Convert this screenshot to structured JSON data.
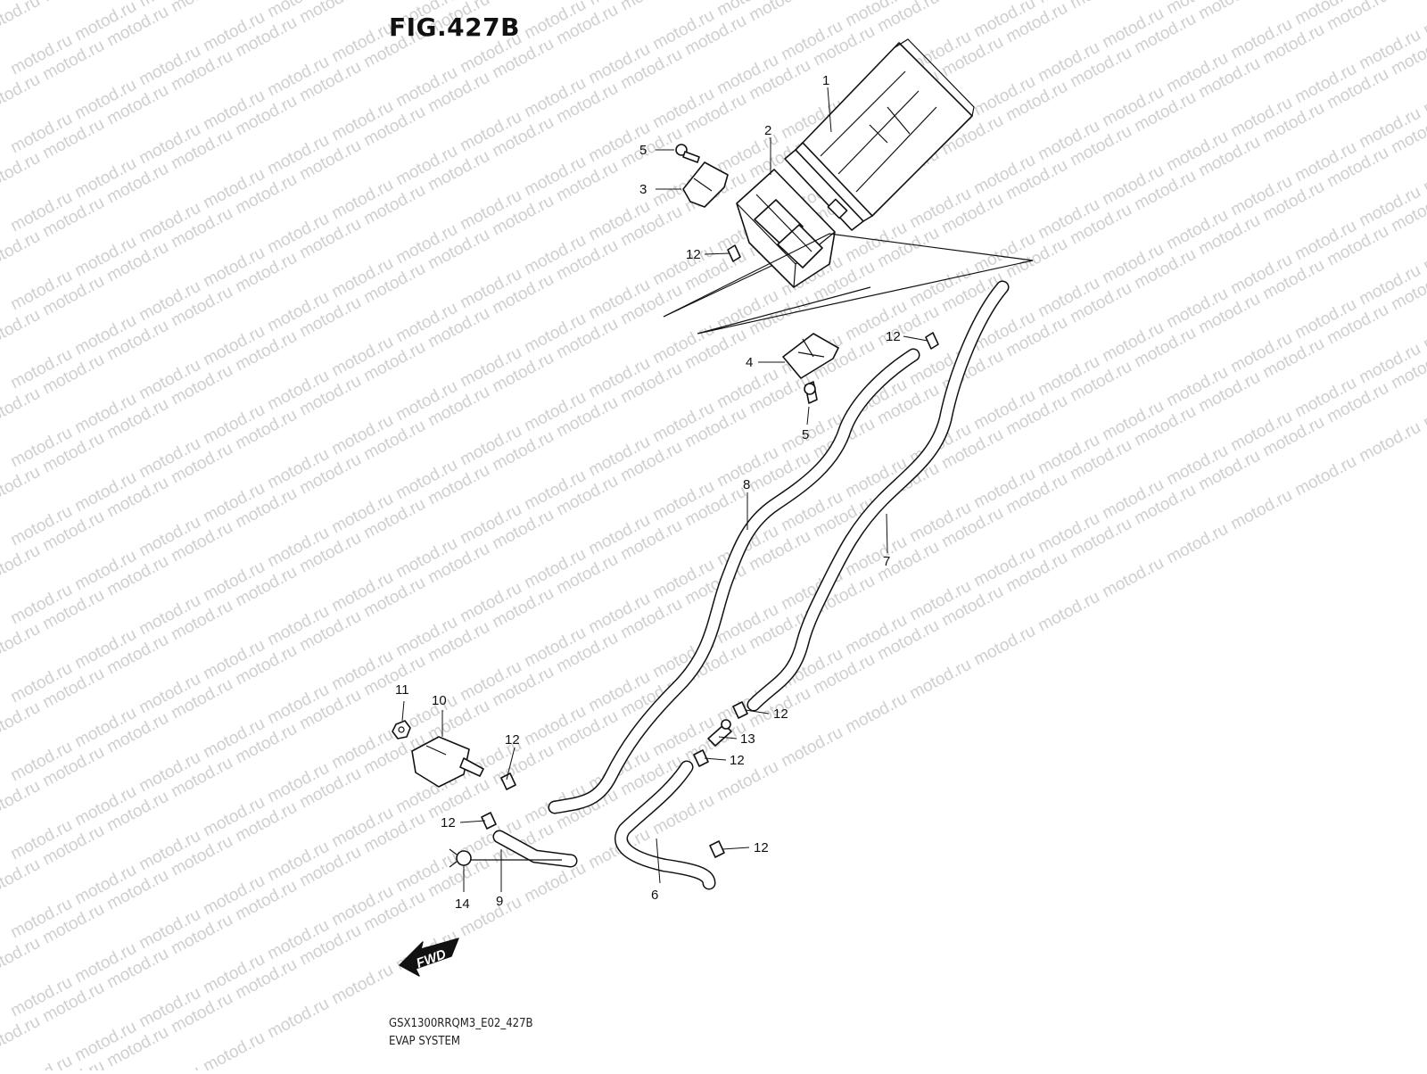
{
  "figure": {
    "title": "FIG.427B",
    "code": "GSX1300RRQM3_E02_427B",
    "name": "EVAP SYSTEM"
  },
  "watermark": "motod.ru",
  "fwd_label": "FWD",
  "callouts": {
    "c1": "1",
    "c2": "2",
    "c3": "3",
    "c4": "4",
    "c5a": "5",
    "c5b": "5",
    "c6": "6",
    "c7": "7",
    "c8": "8",
    "c9": "9",
    "c10": "10",
    "c11": "11",
    "c12a": "12",
    "c12b": "12",
    "c12c": "12",
    "c12d": "12",
    "c12e": "12",
    "c12f": "12",
    "c12g": "12",
    "c13": "13",
    "c14": "14"
  }
}
